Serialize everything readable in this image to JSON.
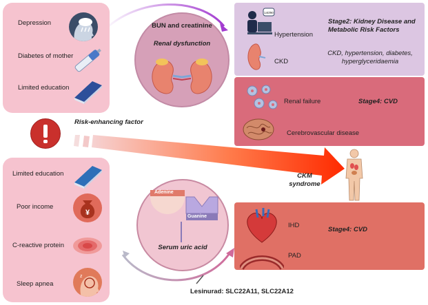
{
  "top_left_factors": {
    "items": [
      {
        "label": "Depression",
        "icon": "head-storm-cloud-icon"
      },
      {
        "label": "Diabetes of mother",
        "icon": "insulin-pen-icon"
      },
      {
        "label": "Limited education",
        "icon": "book-icon"
      }
    ]
  },
  "renal_circle": {
    "title": "BUN and creatinine",
    "subtitle": "Renal dysfunction",
    "icon": "kidneys-icon"
  },
  "stage2_panel": {
    "title": "Stage2: Kidney Disease and Metabolic Risk Factors",
    "items": [
      {
        "label": "Hypertension",
        "icon": "person-at-computer-icon",
        "screen_text": "140/90"
      },
      {
        "label": "CKD",
        "icon": "kidney-icon"
      }
    ],
    "description": "CKD, hypertension, diabetes, hyperglyceridaemia"
  },
  "stage4_top_panel": {
    "title": "Stage4: CVD",
    "items": [
      {
        "label": "Renal failure",
        "icon": "cells-icon"
      },
      {
        "label": "Cerebrovascular disease",
        "icon": "brain-icon"
      }
    ]
  },
  "risk_factor": {
    "label": "Risk-enhancing factor",
    "icon": "exclamation-icon"
  },
  "ckm": {
    "label": "CKM syndrome",
    "icon": "human-body-icon"
  },
  "bottom_left_factors": {
    "items": [
      {
        "label": "Limited education",
        "icon": "book-icon"
      },
      {
        "label": "Poor income",
        "icon": "money-bag-icon",
        "glyph": "¥"
      },
      {
        "label": "C-reactive protein",
        "icon": "inflammation-icon"
      },
      {
        "label": "Sleep apnea",
        "icon": "sleeping-head-icon"
      }
    ]
  },
  "uric_circle": {
    "adenine": "Adenine",
    "guanine": "Guanine",
    "label": "Serum uric acid"
  },
  "stage4_bottom_panel": {
    "title": "Stage4: CVD",
    "items": [
      {
        "label": "IHD",
        "icon": "heart-icon"
      },
      {
        "label": "PAD",
        "icon": "vessel-icon"
      }
    ]
  },
  "drug": {
    "label": "Lesinurad: SLC22A11, SLC22A12"
  },
  "colors": {
    "pink_panel": "#f6c3cf",
    "lavender_panel": "#dcc6e2",
    "stage4_top": "#d96b7b",
    "stage4_bottom": "#e07065",
    "circle": "#d6a0b8",
    "arrow_start": "#f4c4c4",
    "arrow_end": "#ff3b00"
  }
}
